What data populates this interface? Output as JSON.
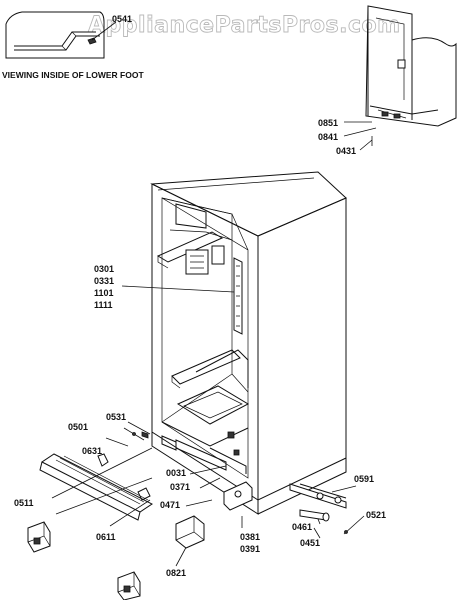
{
  "watermark": "AppliancePartsPros.com",
  "inset_caption": "VIEWING INSIDE OF LOWER FOOT",
  "part_labels": {
    "p0541": "0541",
    "p0851": "0851",
    "p0841": "0841",
    "p0431": "0431",
    "p0301": "0301",
    "p0331": "0331",
    "p1101": "1101",
    "p1111": "1111",
    "p0531": "0531",
    "p0501": "0501",
    "p0631": "0631",
    "p0031": "0031",
    "p0371": "0371",
    "p0471": "0471",
    "p0591": "0591",
    "p0521": "0521",
    "p0511": "0511",
    "p0611": "0611",
    "p0821": "0821",
    "p0381": "0381",
    "p0391": "0391",
    "p0461": "0461",
    "p0451": "0451"
  }
}
